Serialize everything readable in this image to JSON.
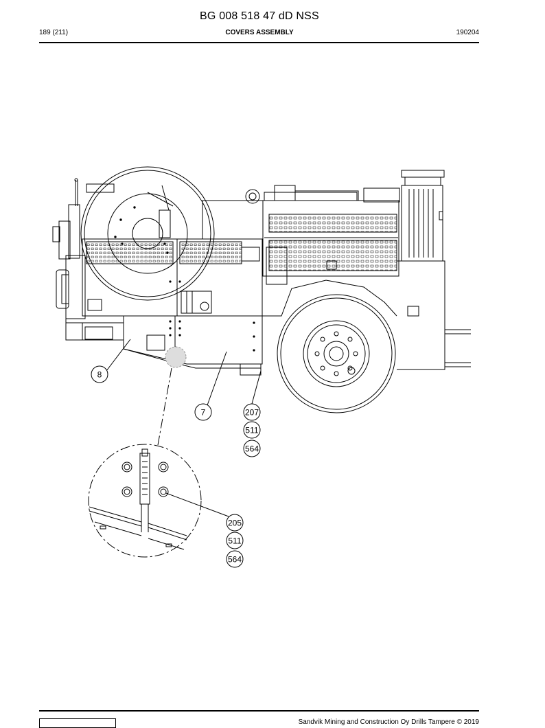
{
  "header": {
    "doc_code": "BG 008 518 47 dD NSS",
    "page": "189 (211)",
    "section": "COVERS ASSEMBLY",
    "date": "190204"
  },
  "callouts": {
    "c8": "8",
    "c7": "7",
    "c207": "207",
    "c511a": "511",
    "c564a": "564",
    "c205": "205",
    "c511b": "511",
    "c564b": "564"
  },
  "footer": {
    "copyright": "Sandvik Mining and Construction Oy Drills Tampere © 2019"
  }
}
